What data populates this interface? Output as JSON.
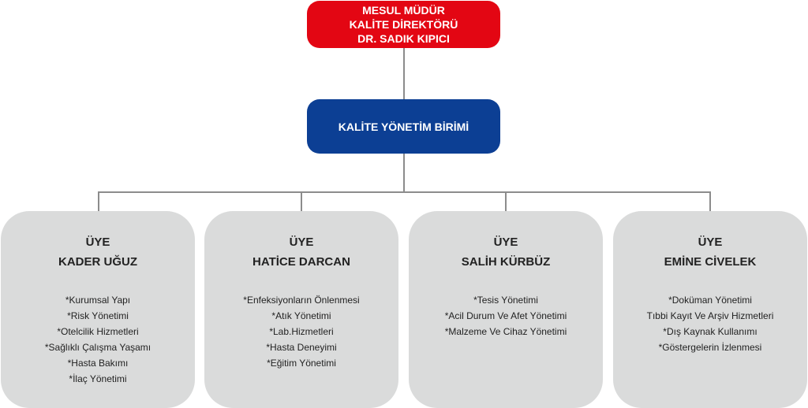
{
  "top": {
    "lines": [
      "MESUL MÜDÜR",
      "KALİTE DİREKTÖRÜ",
      "DR. SADIK KIPICI"
    ],
    "color": "#e30613"
  },
  "unit": {
    "label": "KALİTE YÖNETİM BİRİMİ",
    "color": "#0c3f94"
  },
  "members": [
    {
      "role": "ÜYE",
      "name": "KADER UĞUZ",
      "items": [
        "*Kurumsal Yapı",
        "*Risk Yönetimi",
        "*Otelcilik Hizmetleri",
        "*Sağlıklı Çalışma Yaşamı",
        "*Hasta Bakımı",
        "*İlaç Yönetimi"
      ]
    },
    {
      "role": "ÜYE",
      "name": "HATİCE DARCAN",
      "items": [
        "*Enfeksiyonların Önlenmesi",
        "*Atık Yönetimi",
        "*Lab.Hizmetleri",
        "*Hasta Deneyimi",
        "*Eğitim Yönetimi"
      ]
    },
    {
      "role": "ÜYE",
      "name": "SALİH KÜRBÜZ",
      "items": [
        "*Tesis Yönetimi",
        "*Acil Durum Ve Afet Yönetimi",
        "*Malzeme Ve Cihaz Yönetimi"
      ]
    },
    {
      "role": "ÜYE",
      "name": "EMİNE CİVELEK",
      "items": [
        "*Doküman Yönetimi",
        "Tıbbi Kayıt Ve Arşiv Hizmetleri",
        "*Dış Kaynak Kullanımı",
        "*Göstergelerin İzlenmesi"
      ]
    }
  ]
}
